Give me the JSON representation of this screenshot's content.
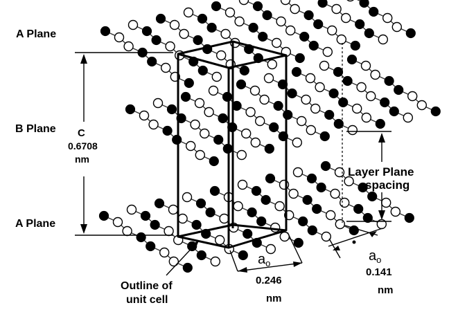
{
  "labels": {
    "a_plane_top": "A Plane",
    "b_plane": "B Plane",
    "a_plane_bottom": "A Plane",
    "c_symbol": "C",
    "c_value": "0.6708",
    "c_unit": "nm",
    "layer_spacing_1": "Layer Plane",
    "layer_spacing_2": "spacing",
    "a0_left_symbol": "a",
    "a0_left_sub": "o",
    "a0_left_value": "0.246",
    "a0_left_unit": "nm",
    "a0_right_symbol": "a",
    "a0_right_sub": "o",
    "a0_right_value": "0.141",
    "a0_right_unit": "nm",
    "outline_1": "Outline of",
    "outline_2": "unit cell"
  },
  "colors": {
    "filled_atom": "#000000",
    "open_atom": "#ffffff",
    "bond": "#333333"
  },
  "structure": "graphite hexagonal lattice: three stacked layers (A, B, A) with unit cell outline"
}
